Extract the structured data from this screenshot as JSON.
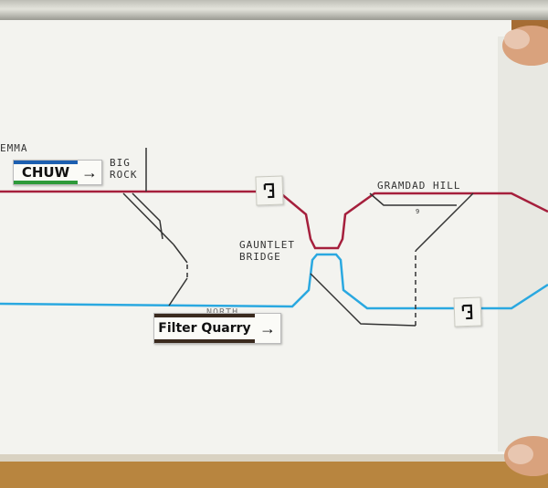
{
  "stations": {
    "emma": "EMMA",
    "big_rock": "BIG\nROCK",
    "gauntlet_bridge": "GAUNTLET\nBRIDGE",
    "gramdad_hill": "GRAMDAD HILL",
    "north": "NORTH",
    "siding_number": "9"
  },
  "labels": {
    "chuw": "CHUW",
    "filter_quarry": "Filter Quarry",
    "arrow": "→"
  },
  "colors": {
    "red_line": "#a51f3c",
    "blue_line": "#2aa8e0",
    "track_black": "#333333",
    "paper": "#f3f3ef",
    "chuw_top_stripe": "#1d5fb0",
    "chuw_bottom_stripe": "#2e9a3a",
    "filter_quarry_stripe": "#3a2a1e"
  },
  "icons": [
    "signal-sign-icon",
    "signal-sign-icon",
    "arrow-right-icon",
    "arrow-right-icon"
  ]
}
